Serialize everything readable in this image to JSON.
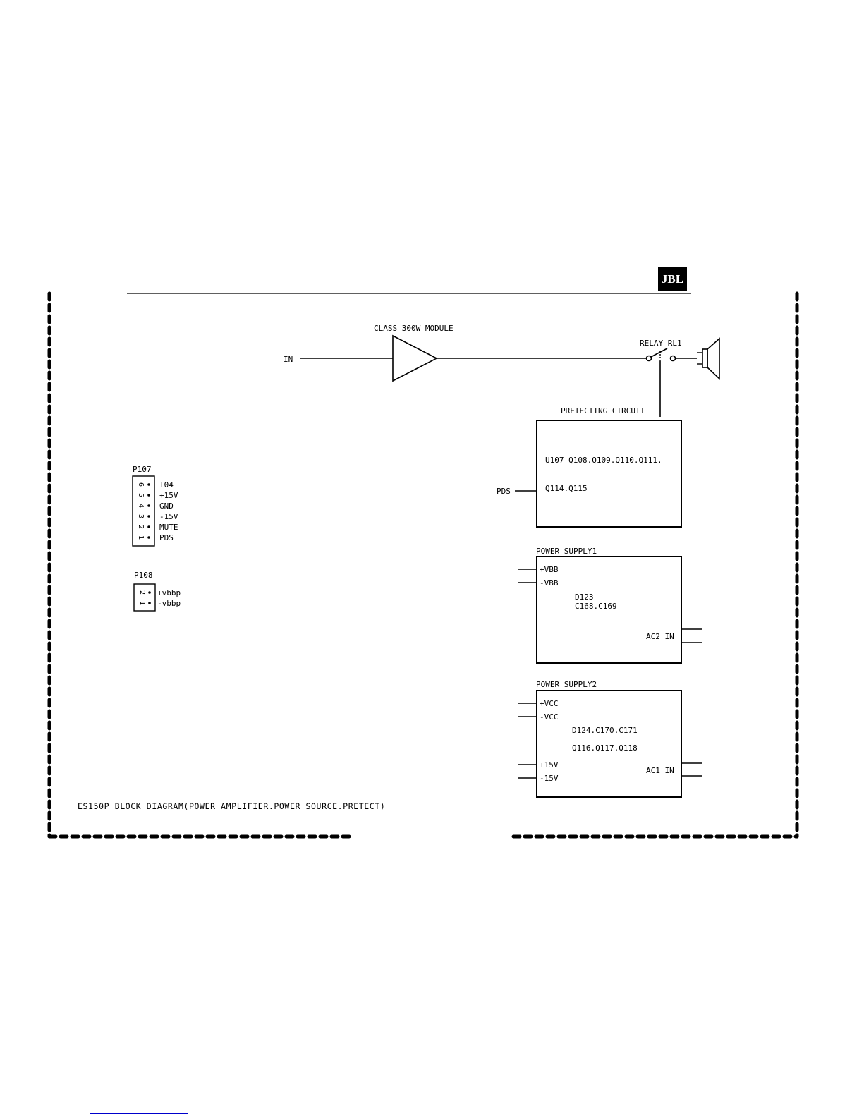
{
  "logo": {
    "text": "JBL",
    "color": "#000000"
  },
  "amplifier": {
    "input_label": "IN",
    "module_label": "CLASS 300W MODULE"
  },
  "relay": {
    "label": "RELAY RL1"
  },
  "protecting_circuit": {
    "title": "PRETECTING CIRCUIT",
    "line1": "U107 Q108.Q109.Q110.Q111.",
    "line2": "Q114.Q115",
    "input_label": "PDS"
  },
  "power_supply1": {
    "title": "POWER SUPPLY1",
    "pin_pos": "+VBB",
    "pin_neg": "-VBB",
    "line1": "D123",
    "line2": "C168.C169",
    "ac_label": "AC2 IN"
  },
  "power_supply2": {
    "title": "POWER SUPPLY2",
    "pin_pos": "+VCC",
    "pin_neg": "-VCC",
    "line1": "D124.C170.C171",
    "line2": "Q116.Q117.Q118",
    "pin_15p": "+15V",
    "pin_15n": "-15V",
    "ac_label": "AC1 IN"
  },
  "connector_p107": {
    "title": "P107",
    "pins": [
      {
        "num": "6",
        "label": "T04"
      },
      {
        "num": "5",
        "label": "+15V"
      },
      {
        "num": "4",
        "label": "GND"
      },
      {
        "num": "3",
        "label": "-15V"
      },
      {
        "num": "2",
        "label": "MUTE"
      },
      {
        "num": "1",
        "label": "PDS"
      }
    ]
  },
  "connector_p108": {
    "title": "P108",
    "pins": [
      {
        "num": "2",
        "label": "+vbbp"
      },
      {
        "num": "1",
        "label": "-vbbp"
      }
    ]
  },
  "caption": "ES150P BLOCK DIAGRAM(POWER AMPLIFIER.POWER SOURCE.PRETECT)"
}
